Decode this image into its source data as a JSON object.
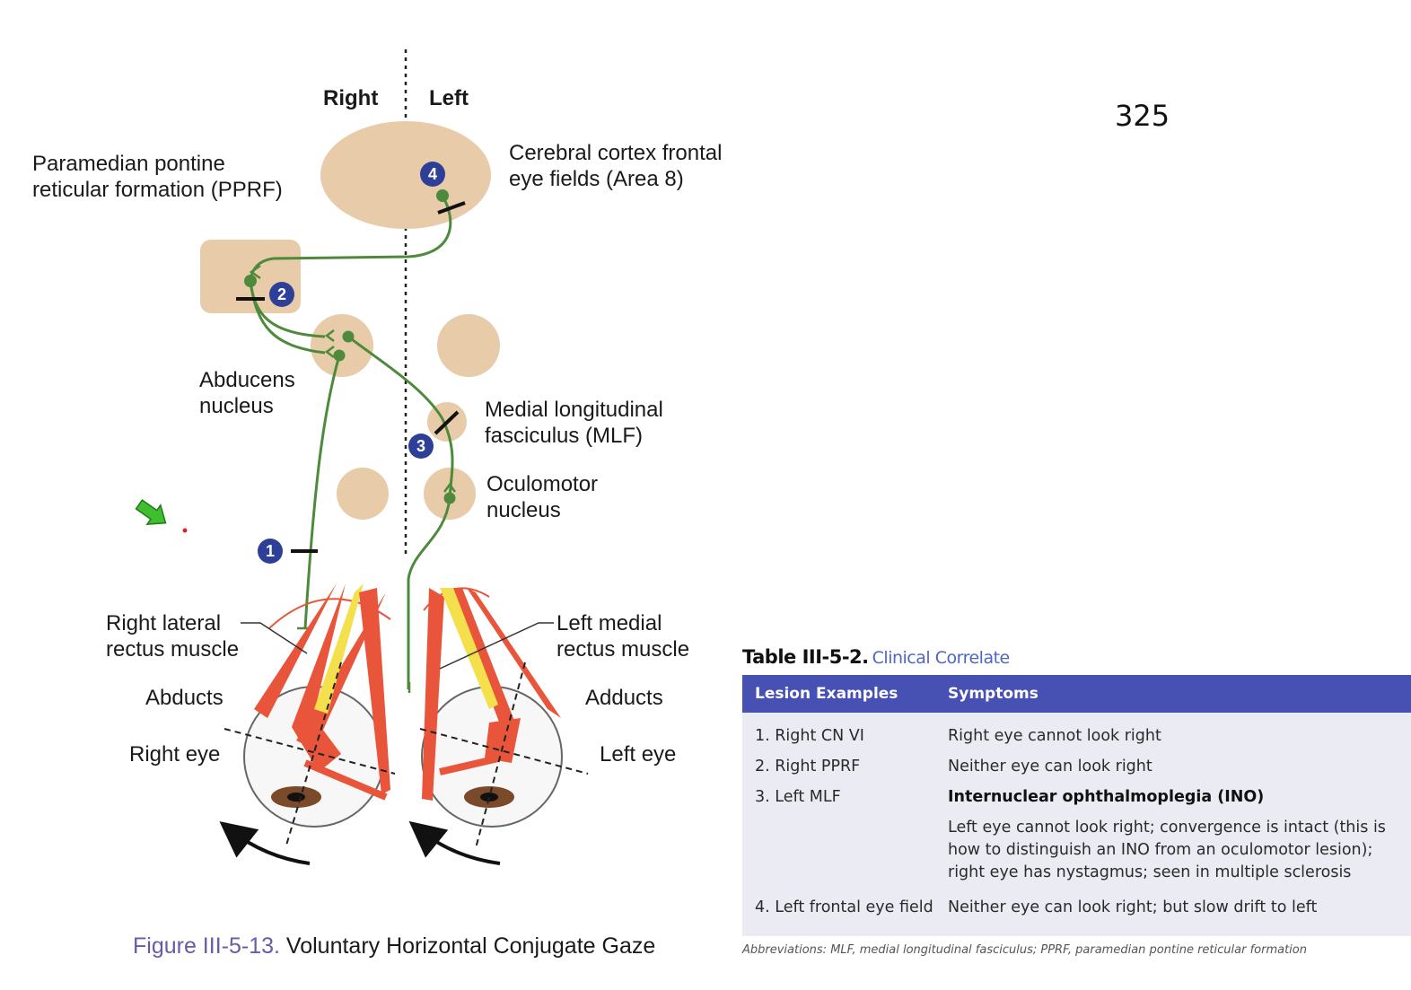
{
  "page_number": "325",
  "diagram": {
    "side_right": "Right",
    "side_left": "Left",
    "labels": {
      "pprf_line1": "Paramedian pontine",
      "pprf_line2": "reticular formation (PPRF)",
      "cortex_line1": "Cerebral cortex frontal",
      "cortex_line2": "eye fields (Area 8)",
      "abducens_line1": "Abducens",
      "abducens_line2": "nucleus",
      "mlf_line1": "Medial longitudinal",
      "mlf_line2": "fasciculus (MLF)",
      "oculomotor_line1": "Oculomotor",
      "oculomotor_line2": "nucleus",
      "rlr_line1": "Right lateral",
      "rlr_line2": "rectus muscle",
      "lmr_line1": "Left medial",
      "lmr_line2": "rectus muscle",
      "abducts": "Abducts",
      "adducts": "Adducts",
      "right_eye": "Right eye",
      "left_eye": "Left eye"
    },
    "badges": [
      "1",
      "2",
      "3",
      "4"
    ],
    "colors": {
      "brain_region": "#e8cba8",
      "pathway": "#4e8a3c",
      "badge": "#2e3f98",
      "muscle": "#e8553a",
      "tendon": "#f3e04c",
      "cursor": "#3fbf2e"
    }
  },
  "figure_caption": {
    "id": "Figure III-5-13.",
    "text": "Voluntary Horizontal Conjugate Gaze"
  },
  "table": {
    "title": "Table III-5-2.",
    "subtitle": "Clinical Correlate",
    "headers": [
      "Lesion Examples",
      "Symptoms"
    ],
    "rows": [
      {
        "lesion": "1. Right CN VI",
        "symptom": "Right eye cannot look right"
      },
      {
        "lesion": "2. Right PPRF",
        "symptom": "Neither eye can look right"
      },
      {
        "lesion": "3. Left MLF",
        "symptom_bold": "Internuclear ophthalmoplegia (INO)",
        "symptom_line1": "Left eye cannot look right; convergence is intact (this is",
        "symptom_line2": "how to distinguish an INO from an oculomotor lesion);",
        "symptom_line3": "right eye has nystagmus; seen in multiple sclerosis"
      },
      {
        "lesion": "4. Left frontal eye field",
        "symptom": "Neither eye can look right; but slow drift to left"
      }
    ],
    "abbreviations": "Abbreviations: MLF, medial longitudinal fasciculus; PPRF, paramedian pontine reticular formation"
  }
}
